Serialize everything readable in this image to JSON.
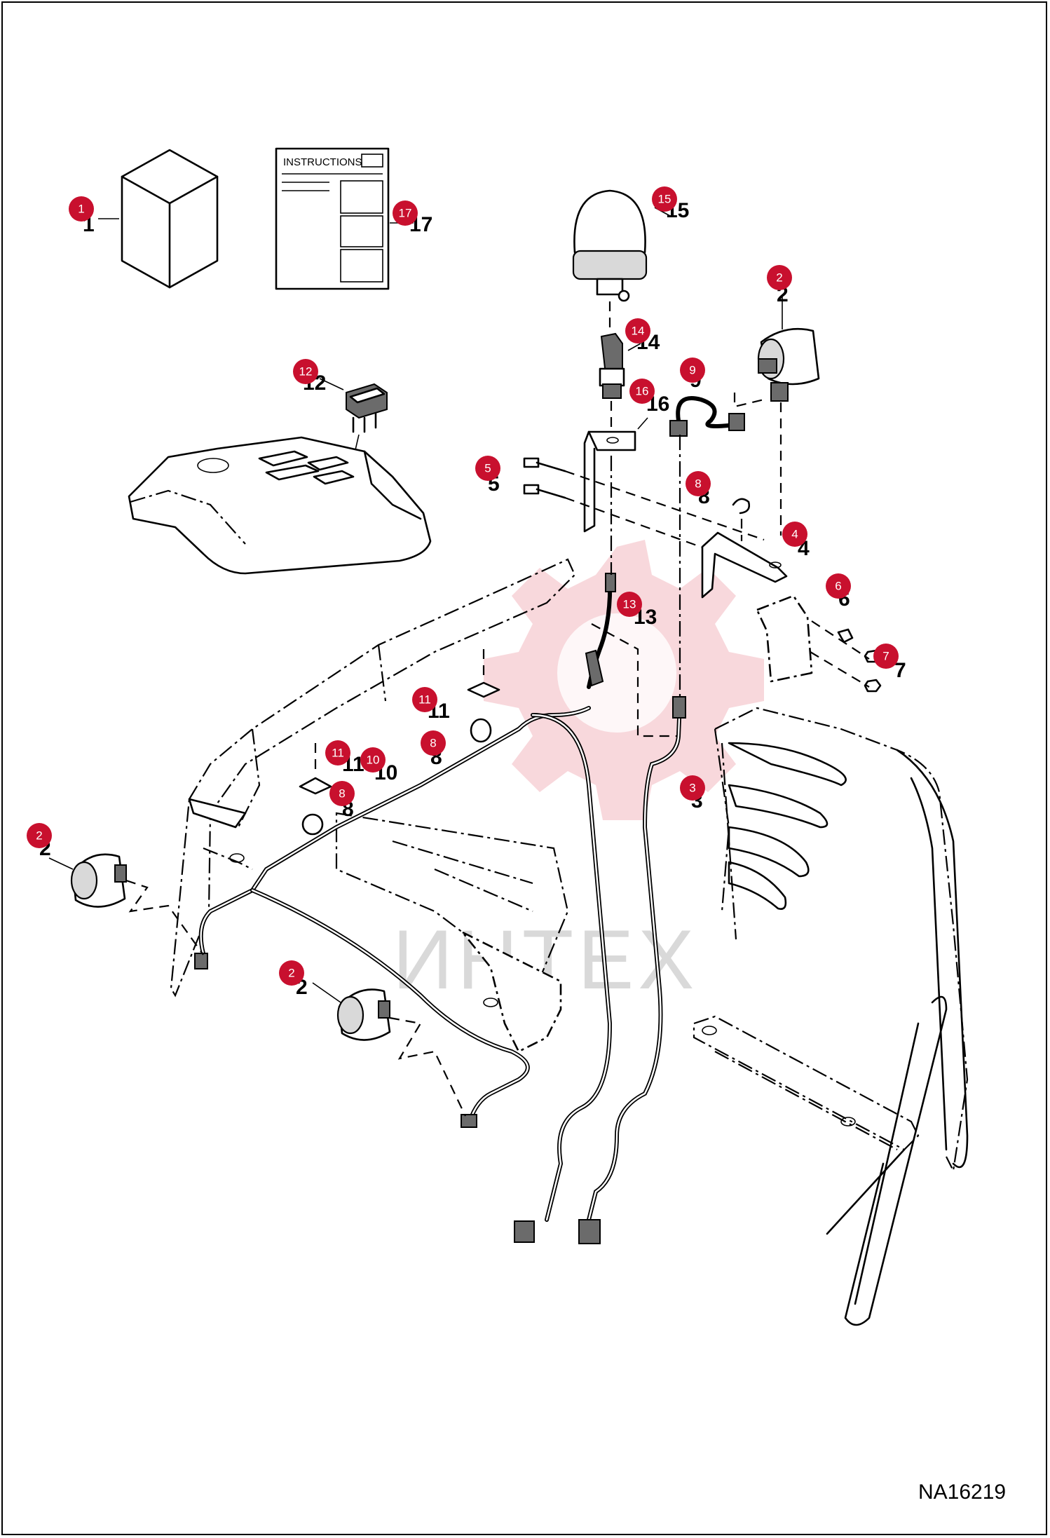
{
  "diagram": {
    "id": "NA16219",
    "instructions_sheet_label": "INSTRUCTIONS",
    "watermark": "ИНТЕХ",
    "accent_color": "#c8102e",
    "callouts": [
      {
        "number": "1",
        "badge": "1"
      },
      {
        "number": "17",
        "badge": "17"
      },
      {
        "number": "15",
        "badge": "15"
      },
      {
        "number": "2",
        "badge": "2"
      },
      {
        "number": "14",
        "badge": "14"
      },
      {
        "number": "12",
        "badge": "12"
      },
      {
        "number": "9",
        "badge": "9"
      },
      {
        "number": "16",
        "badge": "16"
      },
      {
        "number": "5",
        "badge": "5"
      },
      {
        "number": "8",
        "badge": "8"
      },
      {
        "number": "4",
        "badge": "4"
      },
      {
        "number": "6",
        "badge": "6"
      },
      {
        "number": "13",
        "badge": "13"
      },
      {
        "number": "7",
        "badge": "7"
      },
      {
        "number": "11",
        "badge": "11"
      },
      {
        "number": "8",
        "badge": "8"
      },
      {
        "number": "11",
        "badge": "11"
      },
      {
        "number": "10",
        "badge": "10"
      },
      {
        "number": "8",
        "badge": "8"
      },
      {
        "number": "3",
        "badge": "3"
      },
      {
        "number": "2",
        "badge": "2"
      },
      {
        "number": "2",
        "badge": "2"
      }
    ]
  }
}
